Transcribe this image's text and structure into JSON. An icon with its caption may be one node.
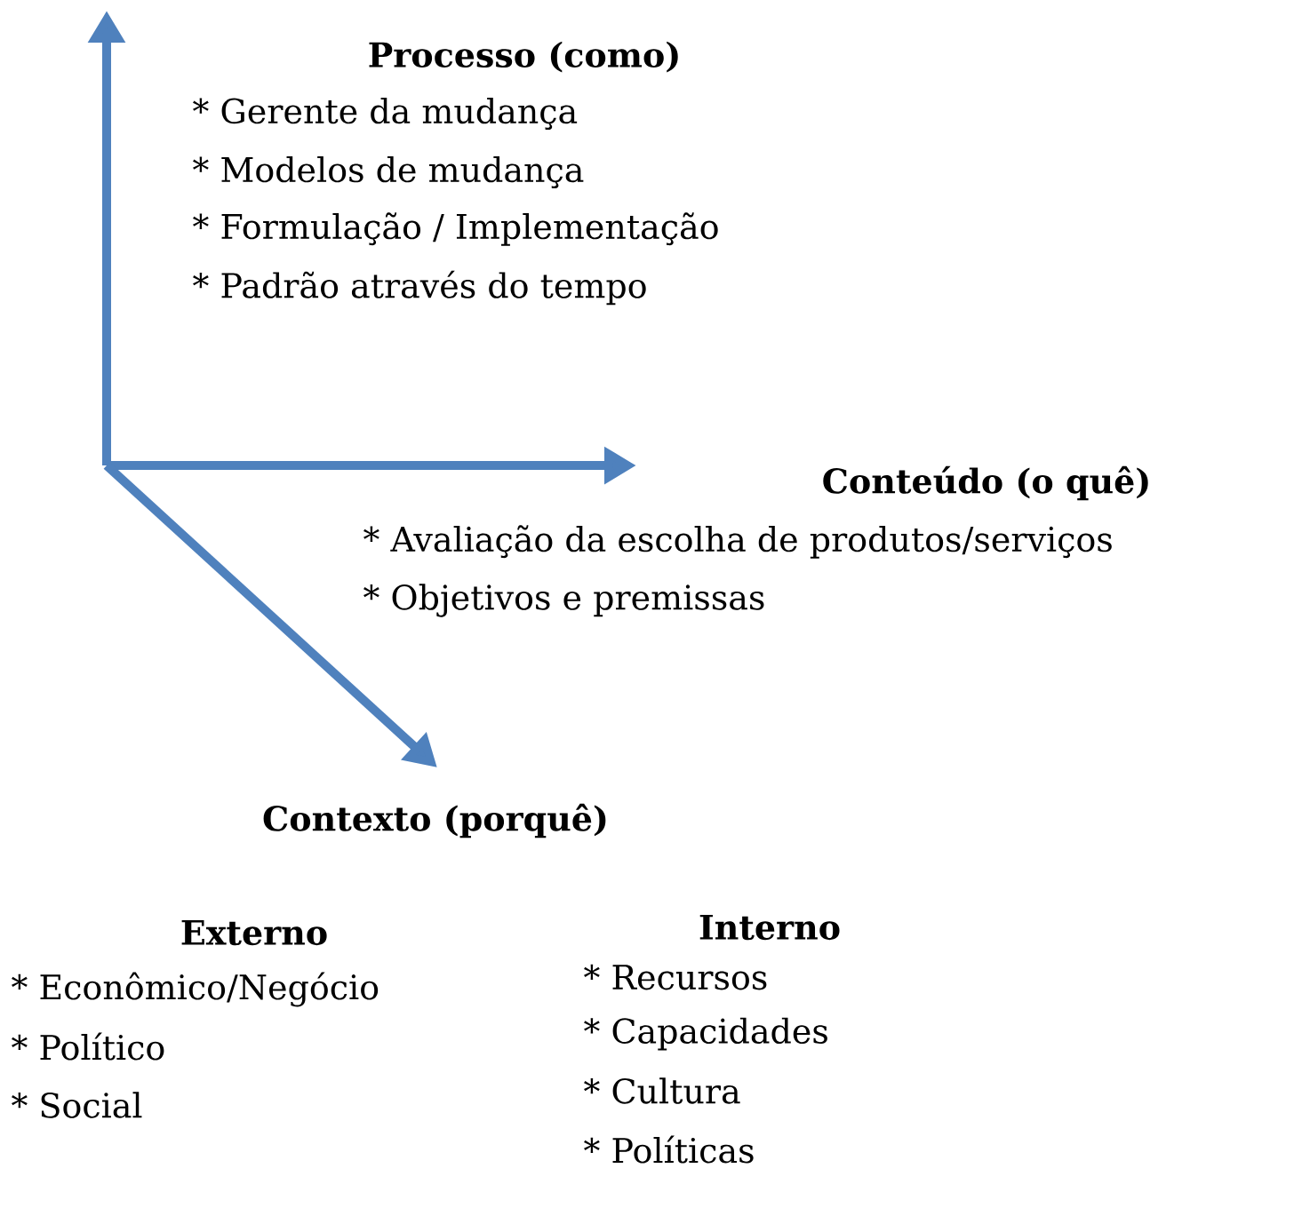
{
  "diagram": {
    "nodes": [
      {
        "text": [
          "Processo (como)",
          "* Gerente da mudança",
          "* Modelos de mudança",
          "* Formulação / Implementação",
          "* Padrão através do tempo"
        ]
      },
      {
        "text": [
          "Conteúdo (o quê)",
          "* Avaliação da escolha de produtos/serviços",
          "* Objetivos e premissas"
        ]
      },
      {
        "text": [
          "Contexto (porquê)"
        ]
      }
    ],
    "labels": [
      "Externo",
      "* Econômico/Negócio",
      "* Político",
      "* Social",
      "Interno",
      "* Recursos",
      "* Capacidades",
      "* Cultura",
      "* Políticas"
    ]
  }
}
